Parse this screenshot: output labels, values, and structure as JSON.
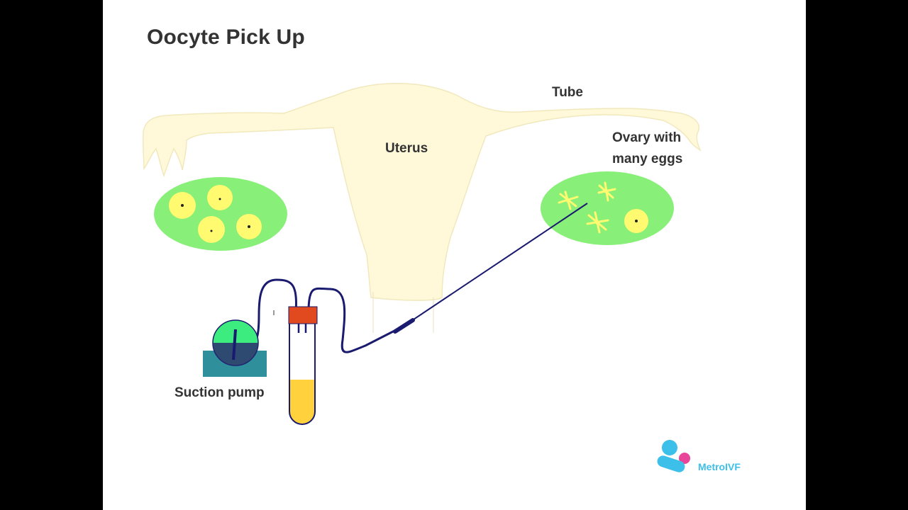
{
  "slide": {
    "title": "Oocyte Pick Up"
  },
  "labels": {
    "tube": "Tube",
    "uterus": "Uterus",
    "ovary_line1": "Ovary with",
    "ovary_line2": "many eggs",
    "suction_pump": "Suction pump"
  },
  "logo": {
    "text": "MetroIVF",
    "colors": [
      "#3cbfe8",
      "#e8459a"
    ]
  },
  "colors": {
    "uterus_fill": "#fff9d9",
    "ovary_fill": "#88ef78",
    "egg_fill": "#fffa70",
    "pump_dial": "#3dec7e",
    "pump_base": "#2f8f9b",
    "tube_cap": "#e04a1e",
    "tube_fluid": "#ffd13c",
    "tubing": "#1a1a6e"
  }
}
